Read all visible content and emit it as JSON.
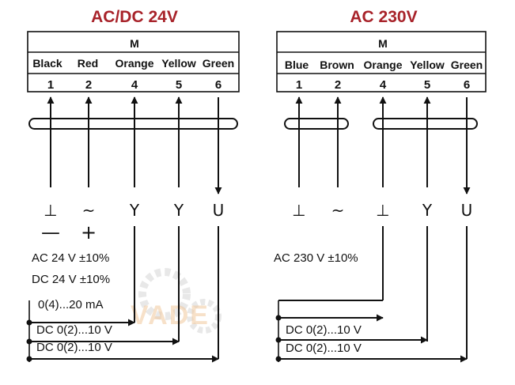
{
  "watermark": "VADE",
  "colors": {
    "title": "#a8232a",
    "line": "#111111",
    "watermark": "#f1c99e"
  },
  "left": {
    "title": "AC/DC 24V",
    "device": "M",
    "wires": [
      {
        "color": "Black",
        "pin": "1",
        "symbol": "⊥",
        "dir": "up"
      },
      {
        "color": "Red",
        "pin": "2",
        "symbol": "~",
        "dir": "up"
      },
      {
        "color": "Orange",
        "pin": "4",
        "symbol": "Y",
        "dir": "up"
      },
      {
        "color": "Yellow",
        "pin": "5",
        "symbol": "Y",
        "dir": "up"
      },
      {
        "color": "Green",
        "pin": "6",
        "symbol": "U",
        "dir": "down"
      }
    ],
    "polarity": [
      "—",
      "+"
    ],
    "supply": [
      "AC 24 V ±10%",
      "DC 24 V ±10%"
    ],
    "signals": [
      "0(4)...20 mA",
      "DC 0(2)...10 V",
      "DC 0(2)...10 V"
    ]
  },
  "right": {
    "title": "AC 230V",
    "device": "M",
    "wires": [
      {
        "color": "Blue",
        "pin": "1",
        "symbol": "⊥",
        "dir": "up"
      },
      {
        "color": "Brown",
        "pin": "2",
        "symbol": "~",
        "dir": "up"
      },
      {
        "color": "Orange",
        "pin": "4",
        "symbol": "⊥",
        "dir": "up"
      },
      {
        "color": "Yellow",
        "pin": "5",
        "symbol": "Y",
        "dir": "up"
      },
      {
        "color": "Green",
        "pin": "6",
        "symbol": "U",
        "dir": "down"
      }
    ],
    "supply": [
      "AC 230 V ±10%"
    ],
    "signals": [
      "DC 0(2)...10 V",
      "DC 0(2)...10 V"
    ]
  }
}
